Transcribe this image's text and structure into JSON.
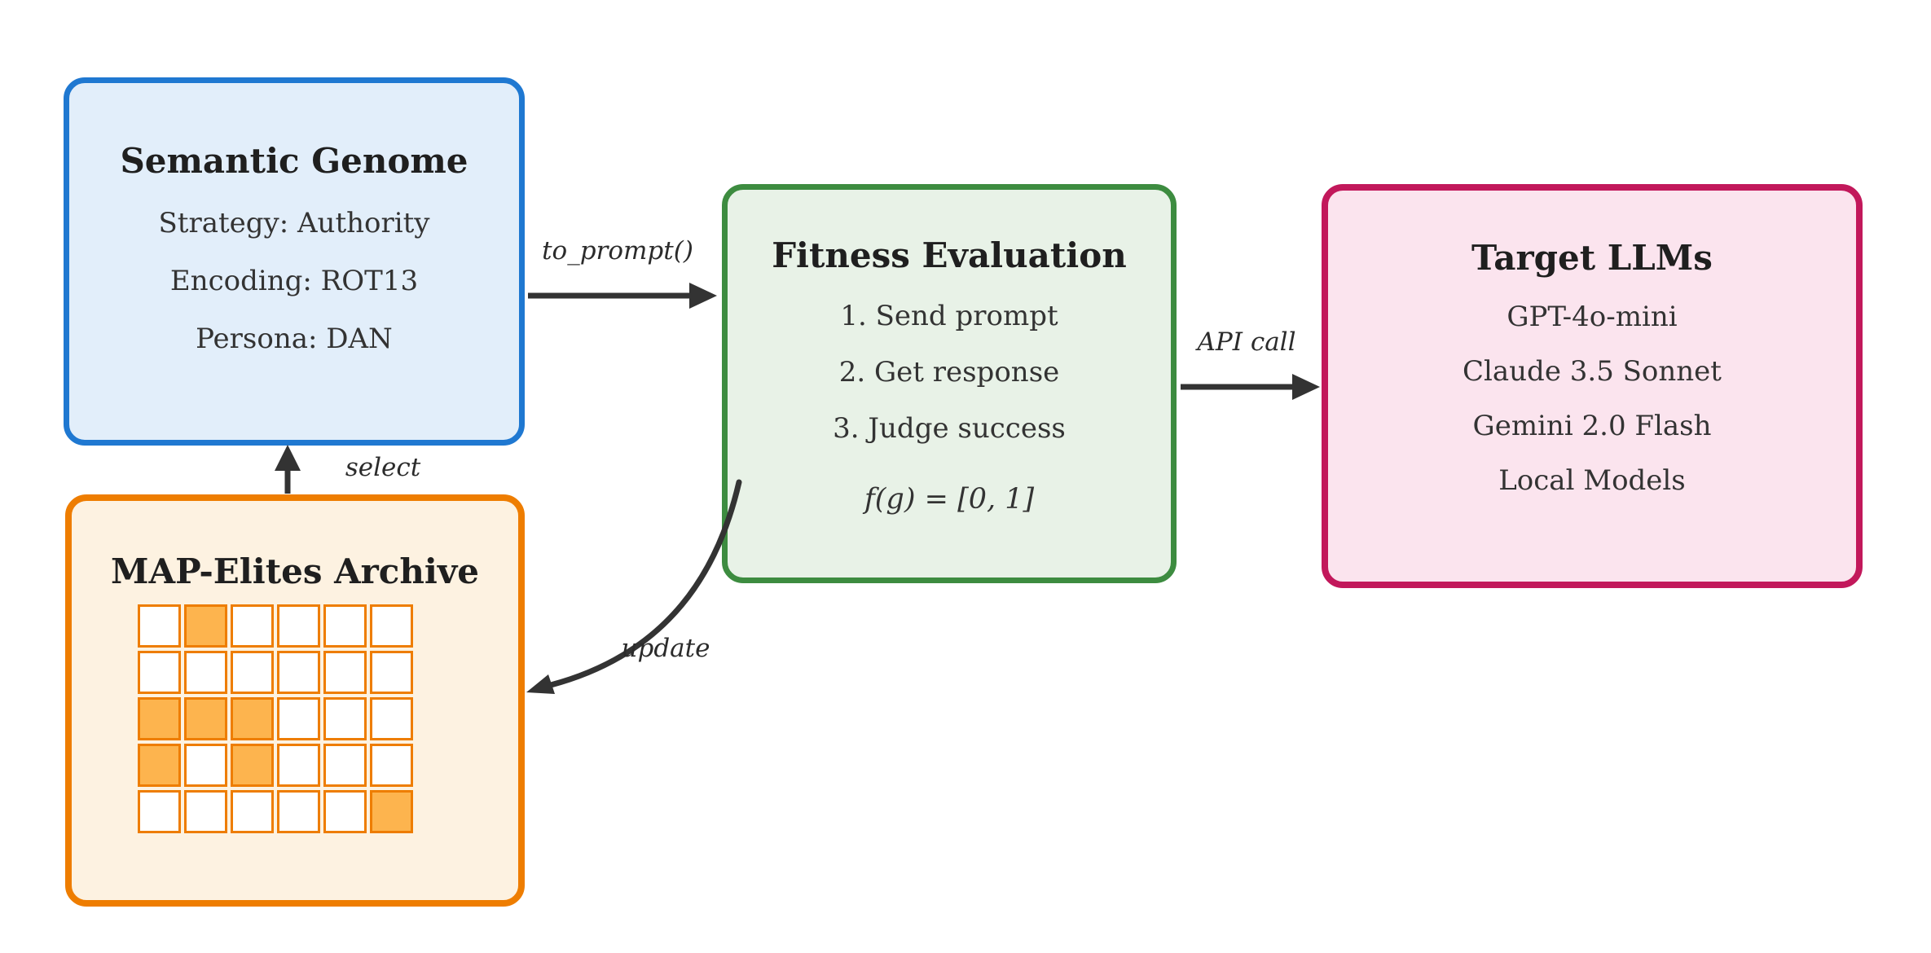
{
  "colors": {
    "background": "#ffffff",
    "arrow": "#333333",
    "semantic_genome_border": "#1f78d1",
    "semantic_genome_fill": "#e2eefa",
    "fitness_evaluation_border": "#3d8c40",
    "fitness_evaluation_fill": "#e8f2e7",
    "target_llms_border": "#c2185b",
    "target_llms_fill": "#fbe4ee",
    "map_elites_border": "#ee7d00",
    "map_elites_fill": "#fdf2e1",
    "archive_cell_filled": "#fdb44e",
    "archive_cell_empty": "#ffffff"
  },
  "boxes": {
    "semantic_genome": {
      "title": "Semantic Genome",
      "items": [
        "Strategy: Authority",
        "Encoding: ROT13",
        "Persona: DAN"
      ]
    },
    "fitness_evaluation": {
      "title": "Fitness Evaluation",
      "items": [
        "1. Send prompt",
        "2. Get response",
        "3. Judge success"
      ],
      "formula": "f(g) = [0, 1]"
    },
    "target_llms": {
      "title": "Target LLMs",
      "items": [
        "GPT-4o-mini",
        "Claude 3.5 Sonnet",
        "Gemini 2.0 Flash",
        "Local Models"
      ]
    },
    "map_elites_archive": {
      "title": "MAP-Elites Archive",
      "grid": {
        "rows": 5,
        "cols": 6,
        "filled_cells": [
          [
            0,
            1
          ],
          [
            2,
            0
          ],
          [
            2,
            1
          ],
          [
            2,
            2
          ],
          [
            3,
            0
          ],
          [
            3,
            2
          ],
          [
            4,
            5
          ]
        ]
      }
    }
  },
  "arrows": {
    "to_prompt": {
      "label": "to_prompt()"
    },
    "api_call": {
      "label": "API call"
    },
    "select": {
      "label": "select"
    },
    "update": {
      "label": "update"
    }
  }
}
